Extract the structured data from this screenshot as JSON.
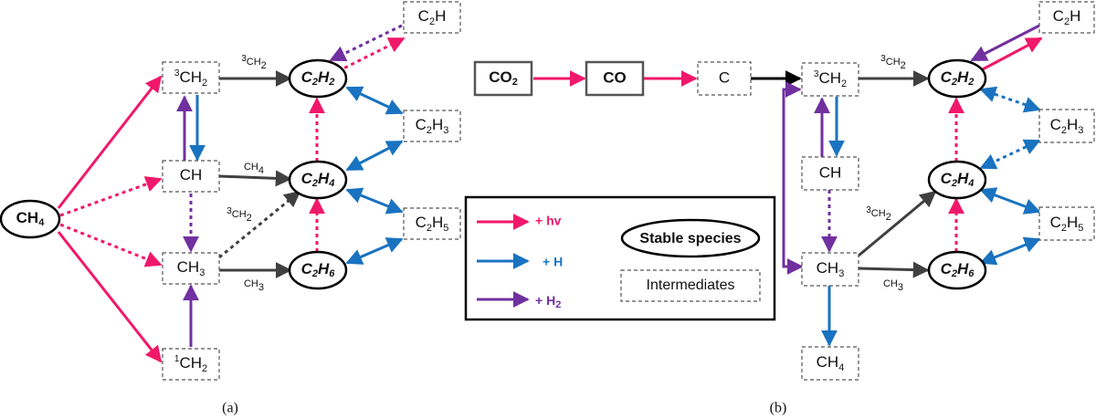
{
  "panel_a": {
    "caption": "(a)",
    "nodes": {
      "ch4": {
        "base": "CH",
        "sub": "4"
      },
      "t_ch2": {
        "sup": "3",
        "base": "CH",
        "sub": "2"
      },
      "ch": {
        "base": "CH"
      },
      "ch3": {
        "base": "CH",
        "sub": "3"
      },
      "s_ch2": {
        "sup": "1",
        "base": "CH",
        "sub": "2"
      },
      "c2h2": {
        "c": "C",
        "cs": "2",
        "h": "H",
        "hs": "2"
      },
      "c2h4": {
        "c": "C",
        "cs": "2",
        "h": "H",
        "hs": "4"
      },
      "c2h6": {
        "c": "C",
        "cs": "2",
        "h": "H",
        "hs": "6"
      },
      "c2h": {
        "base": "C",
        "sub": "2",
        "tail": "H"
      },
      "c2h3": {
        "base": "C",
        "sub": "2",
        "tail": "H",
        "sub2": "3"
      },
      "c2h5": {
        "base": "C",
        "sub": "2",
        "tail": "H",
        "sub2": "5"
      }
    },
    "edge_labels": {
      "t_ch2_to_c2h2": {
        "sup": "3",
        "base": "CH",
        "sub": "2"
      },
      "ch_to_c2h4": {
        "base": "CH",
        "sub": "4"
      },
      "ch3_to_c2h4": {
        "sup": "3",
        "base": "CH",
        "sub": "2"
      },
      "ch3_to_c2h6": {
        "base": "CH",
        "sub": "3"
      }
    }
  },
  "panel_b": {
    "caption": "(b)",
    "nodes": {
      "co2": {
        "base": "CO",
        "sub": "2"
      },
      "co": {
        "base": "CO"
      },
      "c": {
        "base": "C"
      },
      "t_ch2": {
        "sup": "3",
        "base": "CH",
        "sub": "2"
      },
      "ch": {
        "base": "CH"
      },
      "ch3": {
        "base": "CH",
        "sub": "3"
      },
      "ch4": {
        "base": "CH",
        "sub": "4"
      },
      "c2h2": {
        "c": "C",
        "cs": "2",
        "h": "H",
        "hs": "2"
      },
      "c2h4": {
        "c": "C",
        "cs": "2",
        "h": "H",
        "hs": "4"
      },
      "c2h6": {
        "c": "C",
        "cs": "2",
        "h": "H",
        "hs": "6"
      },
      "c2h": {
        "base": "C",
        "sub": "2",
        "tail": "H"
      },
      "c2h3": {
        "base": "C",
        "sub": "2",
        "tail": "H",
        "sub2": "3"
      },
      "c2h5": {
        "base": "C",
        "sub": "2",
        "tail": "H",
        "sub2": "5"
      }
    },
    "edge_labels": {
      "t_ch2_to_c2h2": {
        "sup": "3",
        "base": "CH",
        "sub": "2"
      },
      "ch3_to_c2h4": {
        "sup": "3",
        "base": "CH",
        "sub": "2"
      },
      "ch3_to_c2h6": {
        "base": "CH",
        "sub": "3"
      }
    }
  },
  "legend": {
    "hv": "+ hv",
    "h": "+ H",
    "h2": {
      "base": "+ H",
      "sub": "2"
    },
    "stable": "Stable species",
    "intermediates": "Intermediates"
  },
  "colors": {
    "hv": "#f0186a",
    "h": "#1a73c0",
    "h2": "#7030a0",
    "neutral": "#404040",
    "black": "#000000"
  }
}
